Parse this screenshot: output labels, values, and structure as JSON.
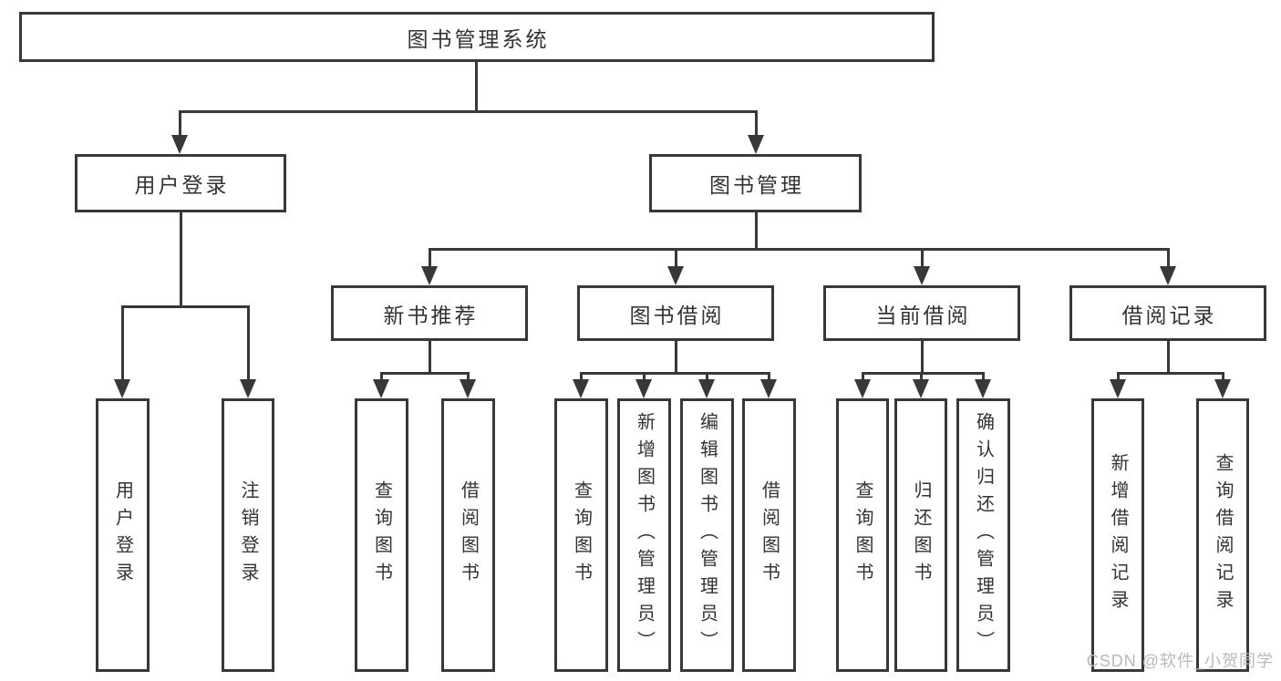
{
  "colors": {
    "line": "#383838",
    "box_border": "#383838",
    "text": "#333333",
    "background": "#ffffff",
    "watermark_text": "#b9b9b9"
  },
  "diagram": {
    "root": "图书管理系统",
    "level2": [
      "用户登录",
      "图书管理"
    ],
    "level3": [
      "新书推荐",
      "图书借阅",
      "当前借阅",
      "借阅记录"
    ],
    "leaves": {
      "user_login": [
        "用户登录",
        "注销登录"
      ],
      "new_books": [
        "查询图书",
        "借阅图书"
      ],
      "book_borrow": [
        "查询图书",
        "新增图书（管理员）",
        "编辑图书（管理员）",
        "借阅图书"
      ],
      "current_borrow": [
        "查询图书",
        "归还图书",
        "确认归还（管理员）"
      ],
      "borrow_records": [
        "新增借阅记录",
        "查询借阅记录"
      ]
    }
  },
  "watermark": "CSDN @软件_小贺同学"
}
